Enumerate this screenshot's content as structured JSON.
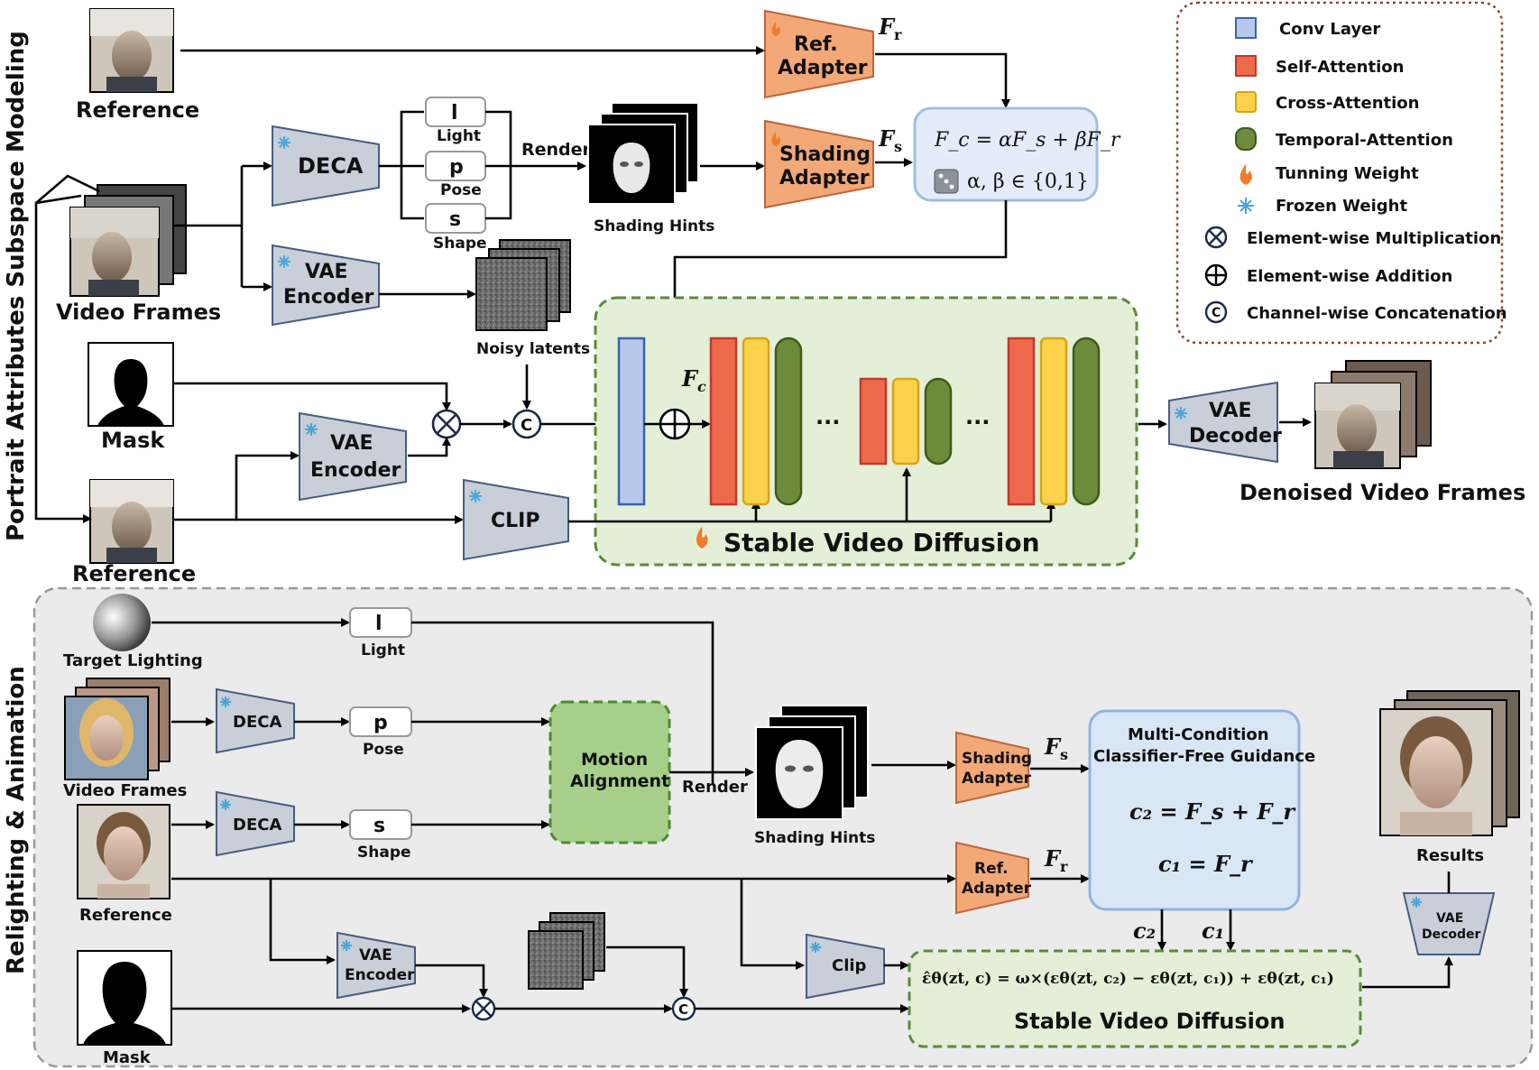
{
  "side_labels": {
    "top": "Portrait Attributes Subspace Modeling",
    "bottom": "Relighting & Animation"
  },
  "top": {
    "reference_top": "Reference",
    "video_frames": "Video Frames",
    "mask": "Mask",
    "reference_bottom": "Reference",
    "deca": "DECA",
    "vae_encoder_a": [
      "VAE",
      "Encoder"
    ],
    "vae_encoder_b": [
      "VAE",
      "Encoder"
    ],
    "clip": "CLIP",
    "light_letter": "l",
    "light_label": "Light",
    "pose_letter": "p",
    "pose_label": "Pose",
    "shape_letter": "s",
    "shape_label": "Shape",
    "render": "Render",
    "shading_hints": "Shading Hints",
    "noisy_latents": "Noisy latents",
    "ref_adapter": [
      "Ref.",
      "Adapter"
    ],
    "shading_adapter": [
      "Shading",
      "Adapter"
    ],
    "fr": "F",
    "fr_sub": "r",
    "fs": "F",
    "fs_sub": "s",
    "fc": "F",
    "fc_sub": "c",
    "fusion_eq1": "F_c = αF_s + βF_r",
    "fusion_eq2": "α, β ∈ {0,1}",
    "svd_label": "Stable Video Diffusion",
    "ellipsis": "...",
    "vae_decoder": [
      "VAE",
      "Decoder"
    ],
    "denoised": "Denoised Video Frames",
    "concat": "C"
  },
  "legend": {
    "items": [
      {
        "label": "Conv Layer",
        "color": "#b7c9ea",
        "stroke": "#3a62b0"
      },
      {
        "label": "Self-Attention",
        "color": "#ef6a4c",
        "stroke": "#c0392b"
      },
      {
        "label": "Cross-Attention",
        "color": "#fcd24a",
        "stroke": "#d7a31a"
      },
      {
        "label": "Temporal-Attention",
        "color": "#6d8b3a",
        "stroke": "#3f5a1c"
      },
      {
        "label": "Tunning Weight",
        "icon": "flame-icon"
      },
      {
        "label": "Frozen Weight",
        "icon": "snowflake-icon"
      },
      {
        "label": "Element-wise Multiplication",
        "icon": "otimes-icon"
      },
      {
        "label": "Element-wise Addition",
        "icon": "oplus-icon"
      },
      {
        "label": "Channel-wise Concatenation",
        "icon": "concat-icon"
      }
    ]
  },
  "bottom": {
    "target_lighting": "Target Lighting",
    "light_letter": "l",
    "light_label": "Light",
    "video_frames": "Video Frames",
    "deca_a": "DECA",
    "deca_b": "DECA",
    "pose_letter": "p",
    "pose_label": "Pose",
    "shape_letter": "s",
    "shape_label": "Shape",
    "reference": "Reference",
    "mask": "Mask",
    "motion_alignment": [
      "Motion",
      "Alignment"
    ],
    "render": "Render",
    "shading_hints": "Shading Hints",
    "shading_adapter": [
      "Shading",
      "Adapter"
    ],
    "ref_adapter": [
      "Ref.",
      "Adapter"
    ],
    "vae_encoder": [
      "VAE",
      "Encoder"
    ],
    "clip": "Clip",
    "mcg_title": [
      "Multi-Condition",
      "Classifier-Free Guidance"
    ],
    "mcg_eq1": "c₂ = F_s + F_r",
    "mcg_eq2": "c₁ = F_r",
    "c2": "c₂",
    "c1": "c₁",
    "svd_eq": "ε̂θ(zt, c) = ω×(εθ(zt, c₂) − εθ(zt, c₁)) + εθ(zt, c₁)",
    "svd_label": "Stable Video Diffusion",
    "vae_decoder": [
      "VAE",
      "Decoder"
    ],
    "results": "Results"
  }
}
